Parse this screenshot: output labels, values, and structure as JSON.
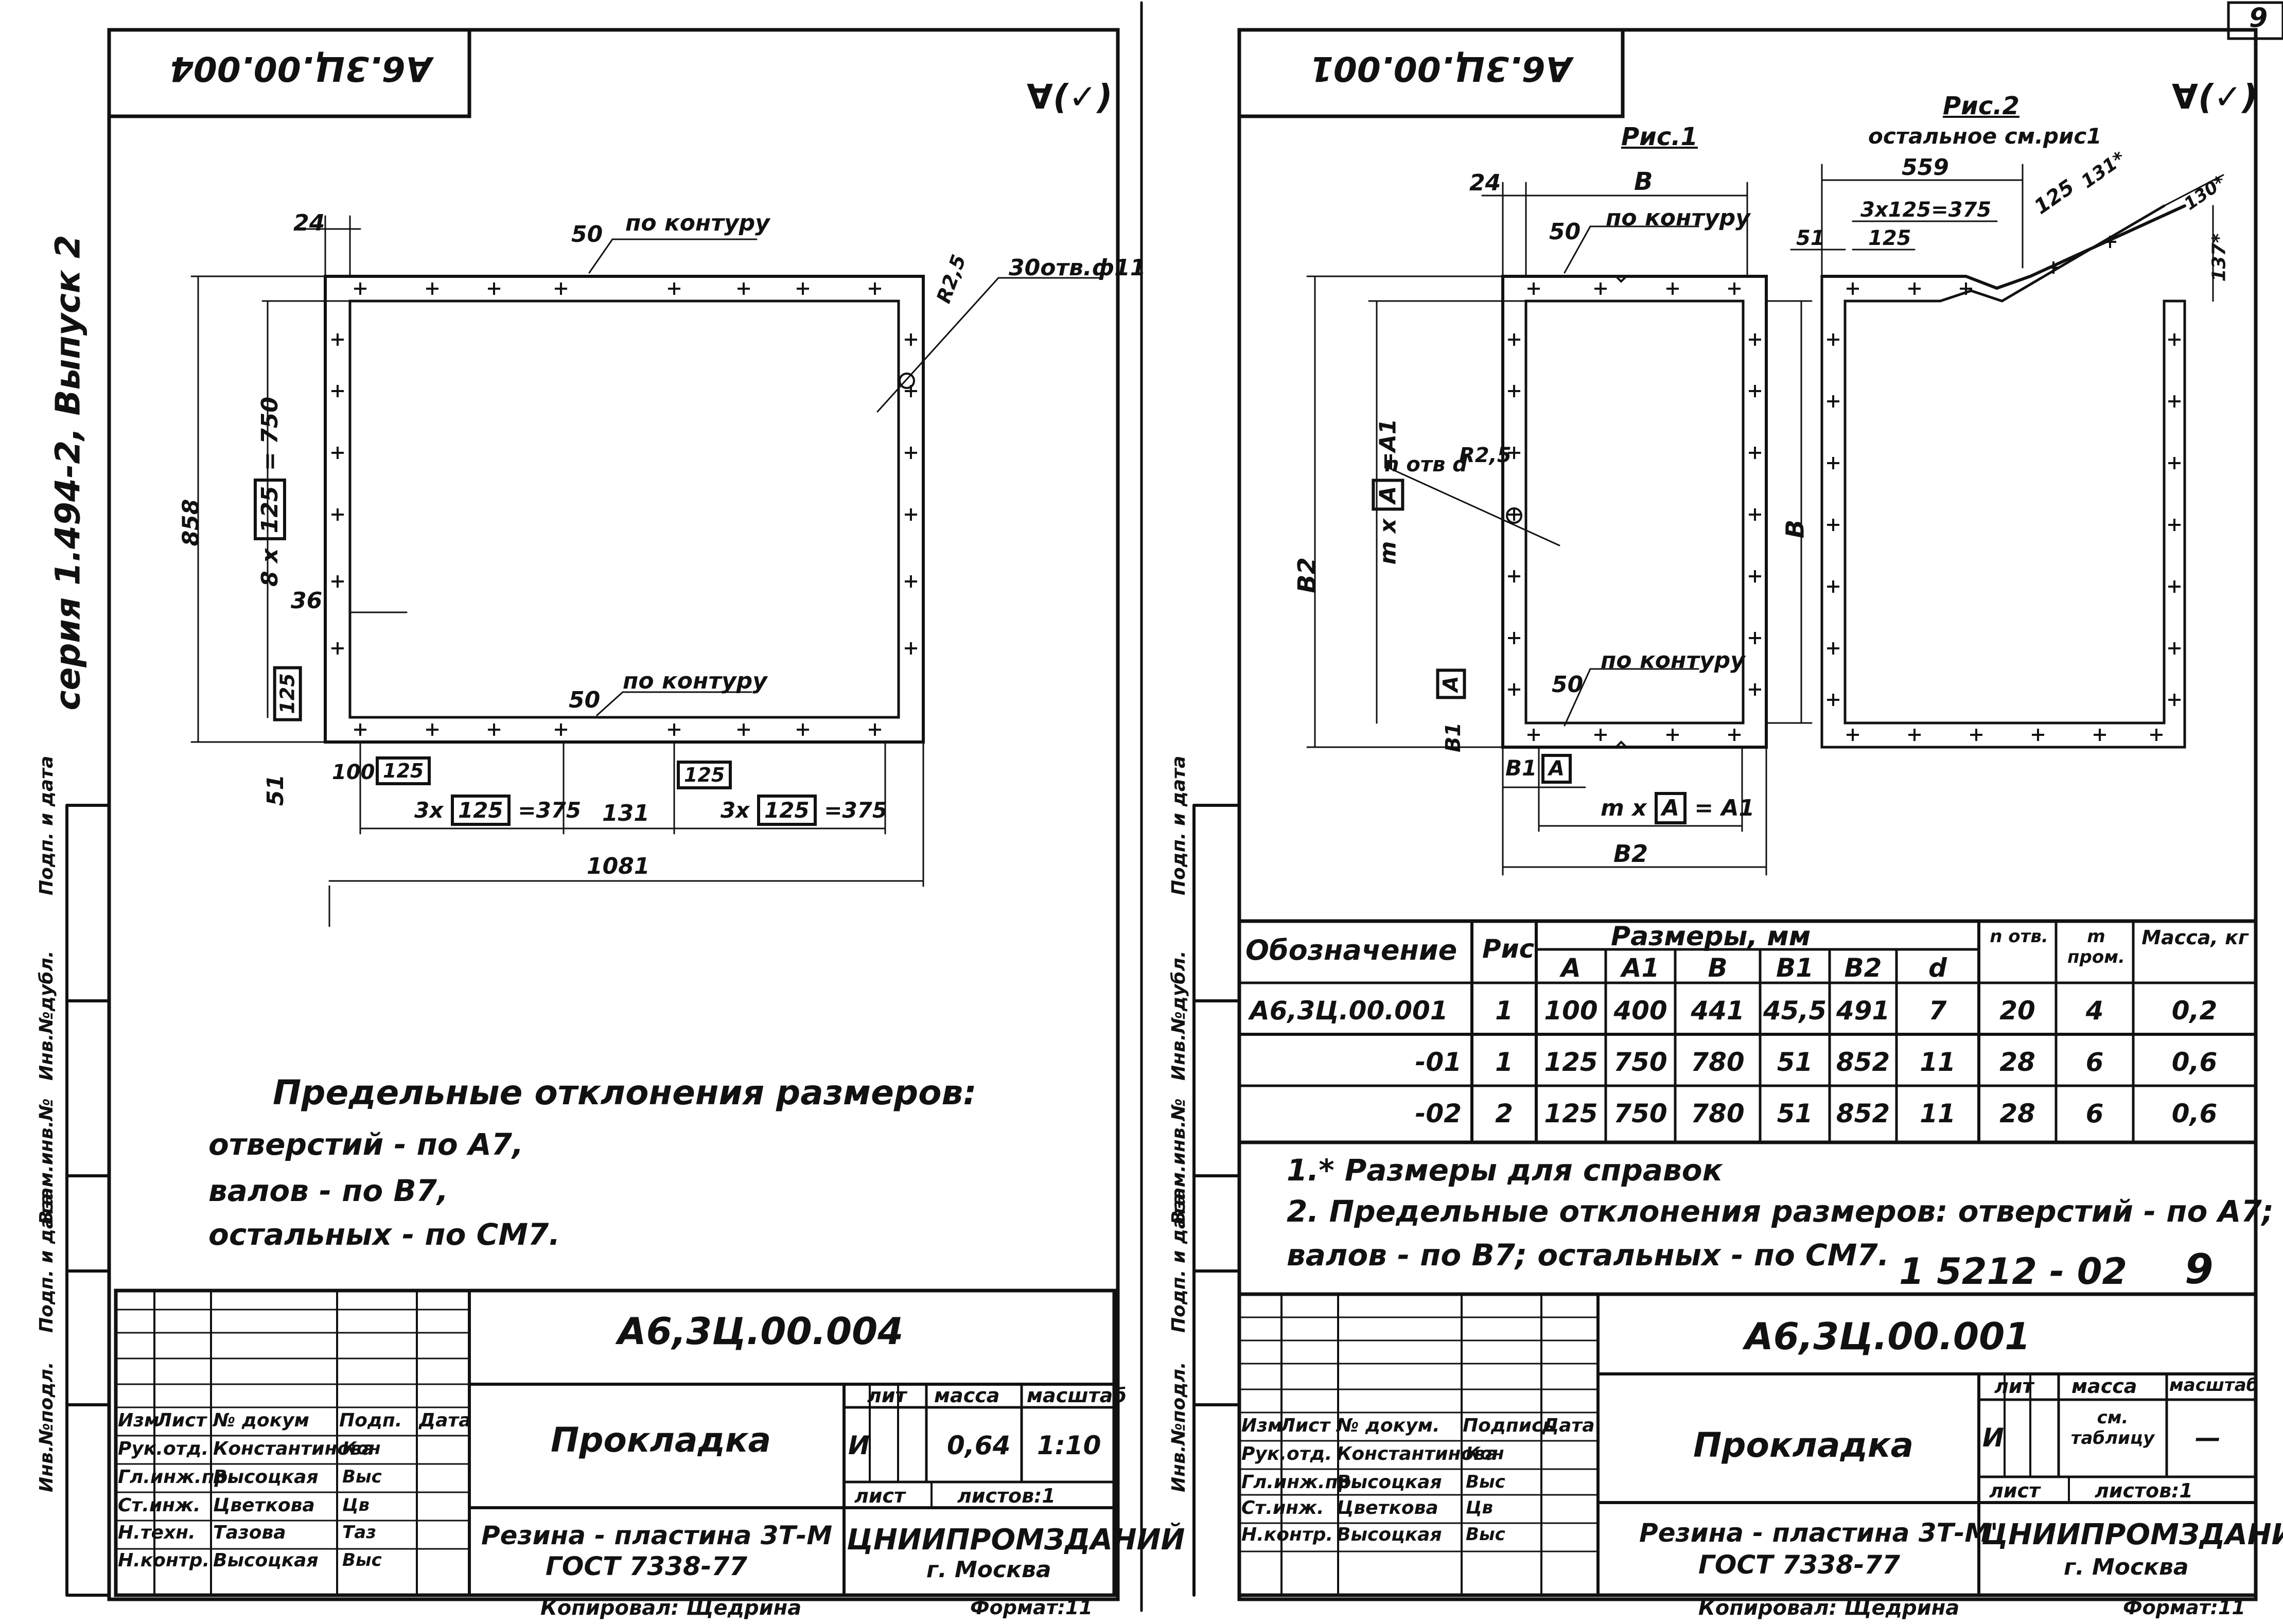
{
  "sheet_number": "9",
  "left_sheet": {
    "stamp_top": "А6.3Ц.00.004",
    "roughness_mark": "∀(✓)",
    "side_series_text": "серия 1.494-2,  Выпуск 2",
    "drawing": {
      "dim_24": "24",
      "dim_50_top": "50",
      "note_top": "по контуру",
      "dim_r": "R2,5",
      "holes_note": "30отв.ф11",
      "dim_858": "858",
      "dim_vertical_pitch": "8 x",
      "dim_vertical_pitch_box": "125",
      "dim_vertical_pitch_result": "= 750",
      "dim_36": "36",
      "dim_125_left": "125",
      "dim_50_bottom": "50",
      "note_bottom": "по контуру",
      "dim_51": "51",
      "dim_100": "100",
      "dim_125_a": "125",
      "dim_125_b": "125",
      "dim_3x_left": "3х",
      "dim_3x_left_box": "125",
      "dim_3x_left_result": "=375",
      "dim_131": "131",
      "dim_3x_right": "3х",
      "dim_3x_right_box": "125",
      "dim_3x_right_result": "=375",
      "dim_1081": "1081"
    },
    "notes": [
      "Предельные  отклонения  размеров:",
      "отверстий - по А7,",
      "валов - по В7,",
      "остальных - по СМ7."
    ],
    "title_block": {
      "designation": "А6,3Ц.00.004",
      "name": "Прокладка",
      "material_line1": "Резина - пластина  3Т-М",
      "material_line2": "ГОСТ 7338-77",
      "org_line1": "ЦНИИПРОМЗДАНИЙ",
      "org_line2": "г. Москва",
      "lit_label": "лит",
      "mass_label": "масса",
      "scale_label": "масштаб",
      "lit_value": "И",
      "mass_value": "0,64",
      "scale_value": "1:10",
      "sheet_label": "лист",
      "sheets_label": "листов:1",
      "staff_header": [
        "Изм",
        "Лист",
        "№ докум",
        "Подп.",
        "Дата"
      ],
      "staff_rows": [
        [
          "Рук.отд.",
          "Константинова",
          "Кон"
        ],
        [
          "Гл.инж.пр.",
          "Высоцкая",
          "Выс"
        ],
        [
          "Ст.инж.",
          "Цветкова",
          "Цв"
        ],
        [
          "Н.техн.",
          "Тазова",
          "Таз"
        ],
        [
          "Н.контр.",
          "Высоцкая",
          "Выс"
        ]
      ],
      "side_labels": [
        "Инв.№подл.",
        "Подп. и дата",
        "Взам.инв.№",
        "Инв.№дубл.",
        "Подп. и дата"
      ],
      "copied": "Копировал: Щедрина",
      "format": "Формат:11"
    }
  },
  "right_sheet": {
    "stamp_top": "А6.3Ц.00.001",
    "roughness_mark": "∀(✓)",
    "fig1_title": "Рис.1",
    "fig2_title": "Рис.2",
    "fig2_subtitle": "остальное см.рис1",
    "fig1": {
      "dim_24": "24",
      "dim_B": "В",
      "dim_50_top": "50",
      "note_top": "по контуру",
      "dim_R": "R2,5",
      "holes": "n отв d",
      "dim_mA": "m x",
      "dim_mA_box": "A",
      "dim_mA_res": "=A1",
      "dim_B2": "B2",
      "dim_B_vert": "В",
      "dim_A_box": "A",
      "dim_B1": "B1",
      "dim_50_bottom": "50",
      "note_bottom": "по контуру",
      "dim_B1_h": "B1",
      "dim_A_h_box": "A",
      "dim_mA_h": "m x",
      "dim_mA_h_box": "A",
      "dim_mA_h_res": "= A1",
      "dim_B2_h": "B2"
    },
    "fig2": {
      "dim_559": "559",
      "dim_3x125": "3x125=375",
      "dim_125": "125",
      "dim_51": "51",
      "dim_125b": "125",
      "dim_131": "131*",
      "dim_130": "130*",
      "dim_137": "137*"
    },
    "table": {
      "headers_row1": [
        "Обозначение",
        "Рис",
        "Размеры, мм",
        "n отв.",
        "m пром.",
        "Масса, кг"
      ],
      "headers_row2": [
        "A",
        "A1",
        "В",
        "B1",
        "B2",
        "d"
      ],
      "rows": [
        [
          "А6,3Ц.00.001",
          "1",
          "100",
          "400",
          "441",
          "45,5",
          "491",
          "7",
          "20",
          "4",
          "0,2"
        ],
        [
          "-01",
          "1",
          "125",
          "750",
          "780",
          "51",
          "852",
          "11",
          "28",
          "6",
          "0,6"
        ],
        [
          "-02",
          "2",
          "125",
          "750",
          "780",
          "51",
          "852",
          "11",
          "28",
          "6",
          "0,6"
        ]
      ]
    },
    "notes": [
      "1.* Размеры  для  справок",
      "2.  Предельные  отклонения  размеров:  отверстий - по А7;",
      "валов - по В7;  остальных - по СМ7."
    ],
    "handwritten_code": "1 5212 - 02",
    "handwritten_page": "9",
    "title_block": {
      "designation": "А6,3Ц.00.001",
      "name": "Прокладка",
      "material_line1": "Резина - пластина  3Т-М'",
      "material_line2": "ГОСТ 7338-77",
      "org_line1": "ЦНИИПРОМЗДАНИЙ",
      "org_line2": "г. Москва",
      "lit_label": "лит",
      "mass_label": "масса",
      "scale_label": "масштаб",
      "lit_value": "И",
      "mass_value": "см. таблицу",
      "scale_value": "—",
      "sheet_label": "лист",
      "sheets_label": "листов:1",
      "staff_header": [
        "Изм",
        "Лист",
        "№ докум.",
        "Подпись",
        "Дата"
      ],
      "staff_rows": [
        [
          "Рук.отд.",
          "Константинова",
          "Кон"
        ],
        [
          "Гл.инж.пр.",
          "Высоцкая",
          "Выс"
        ],
        [
          "Ст.инж.",
          "Цветкова",
          "Цв"
        ],
        [
          "Н.контр.",
          "Высоцкая",
          "Выс"
        ]
      ],
      "side_labels": [
        "Инв.№подл.",
        "Подп. и дата",
        "Взам.инв.№",
        "Инв.№дубл.",
        "Подп. и дата"
      ],
      "copied": "Копировал: Щедрина",
      "format": "Формат:11"
    }
  }
}
